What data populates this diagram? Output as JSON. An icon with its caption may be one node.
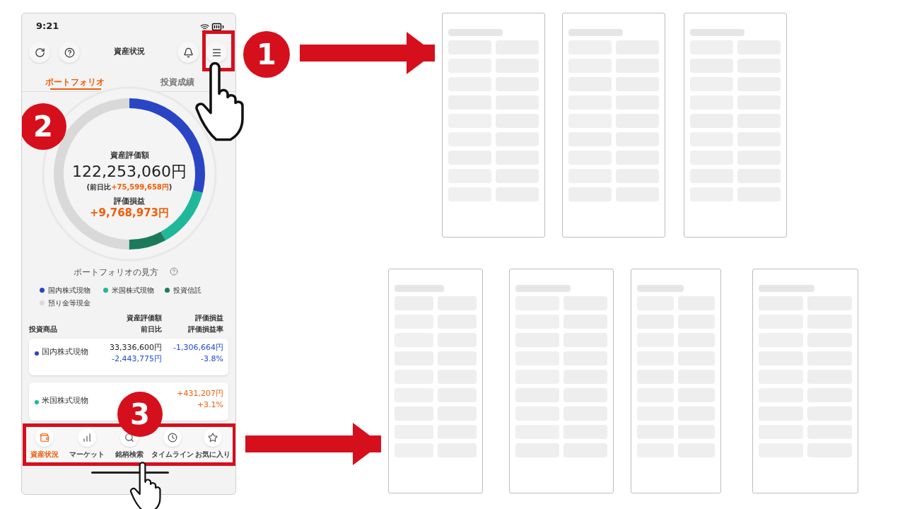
{
  "diagram": {
    "nodes": [
      {
        "text": [],
        "shape": "box"
      },
      {
        "text": [],
        "shape": "box",
        "in": 0
      },
      {
        "text": [
          "1"
        ]
      },
      {
        "text": [
          "2"
        ],
        "in": 0
      },
      {
        "text": [],
        "shape": "box",
        "in": 0
      },
      {
        "text": [
          "3"
        ],
        "in": 0
      },
      {
        "text": [],
        "shape": "picture"
      },
      {
        "text": [],
        "shape": "picture"
      },
      {
        "text": [],
        "shape": "picture"
      },
      {
        "text": [],
        "shape": "picture"
      },
      {
        "text": [],
        "shape": "picture"
      },
      {
        "text": [],
        "shape": "picture"
      },
      {
        "text": [],
        "shape": "picture"
      }
    ],
    "edges": [
      {
        "from": 2,
        "to": 6,
        "arrow": "to"
      },
      {
        "from": 4,
        "to": 9,
        "arrow": "to"
      }
    ],
    "labels": [
      "9:21",
      "資産状況",
      "ポートフォリオ",
      "投資成績",
      "資産評価額",
      "122,253,060円",
      "(前日比**+75,599,658円**)",
      "評価損益",
      "+9,768,973円",
      "ポートフォリオの見方",
      "資産評価額",
      "評価損益",
      "投資商品",
      "前日比",
      "評価損益率",
      "国内株式現物",
      "33,336,600円",
      "-1,306,664円",
      "-2,443,775円",
      "-3.8%",
      "米国株式現物",
      "+431,207円",
      "+3.1%",
      "資産状況",
      "マーケット",
      "銘柄検索",
      "タイムライン",
      "お気に入り"
    ],
    "legend": [
      {
        "text": "国内株式現物",
        "color": "#2a45c4"
      },
      {
        "text": "米国株式現物",
        "color": "#1fb89a"
      },
      {
        "text": "投資信託",
        "color": "#1c7a5c"
      },
      {
        "text": "預り金等現金",
        "color": "#d9d9d9"
      }
    ]
  }
}
